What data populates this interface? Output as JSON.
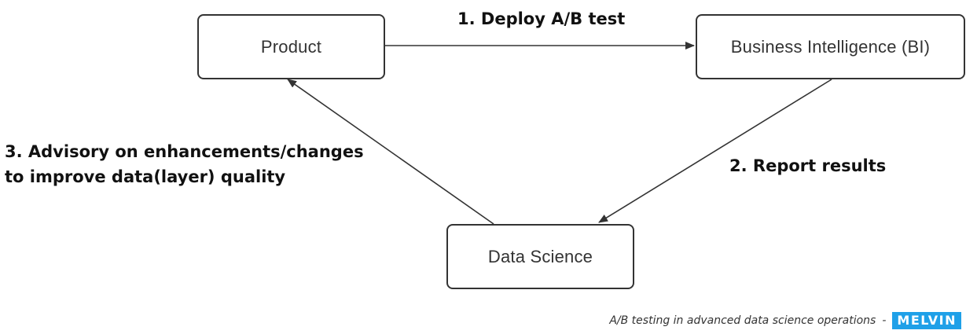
{
  "nodes": {
    "product": "Product",
    "bi": "Business Intelligence (BI)",
    "data_science": "Data Science"
  },
  "edges": {
    "deploy": "1. Deploy A/B test",
    "report": "2. Report results",
    "advisory_line1": "3. Advisory on enhancements/changes",
    "advisory_line2": "to improve data(layer) quality"
  },
  "caption": {
    "text": "A/B testing in advanced data science operations",
    "separator": "-",
    "brand": "MELVIN"
  },
  "colors": {
    "stroke": "#333333",
    "brand": "#1fa0e8"
  }
}
